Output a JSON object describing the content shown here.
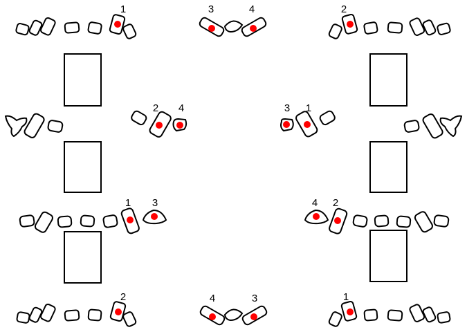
{
  "colors": {
    "outline": "#000000",
    "marker": "#ff0000",
    "background": "#ffffff"
  },
  "groups": {
    "top_left": {
      "label": "1"
    },
    "top_center": {
      "left_label": "3",
      "right_label": "4"
    },
    "top_right": {
      "label": "2"
    },
    "mid_left": {
      "left_label": "2",
      "right_label": "4"
    },
    "mid_right": {
      "left_label": "3",
      "right_label": "1"
    },
    "lower_left": {
      "left_label": "1",
      "right_label": "3"
    },
    "lower_right": {
      "left_label": "4",
      "right_label": "2"
    },
    "bottom_left": {
      "label": "2"
    },
    "bottom_center": {
      "left_label": "4",
      "right_label": "3"
    },
    "bottom_right": {
      "label": "1"
    }
  }
}
